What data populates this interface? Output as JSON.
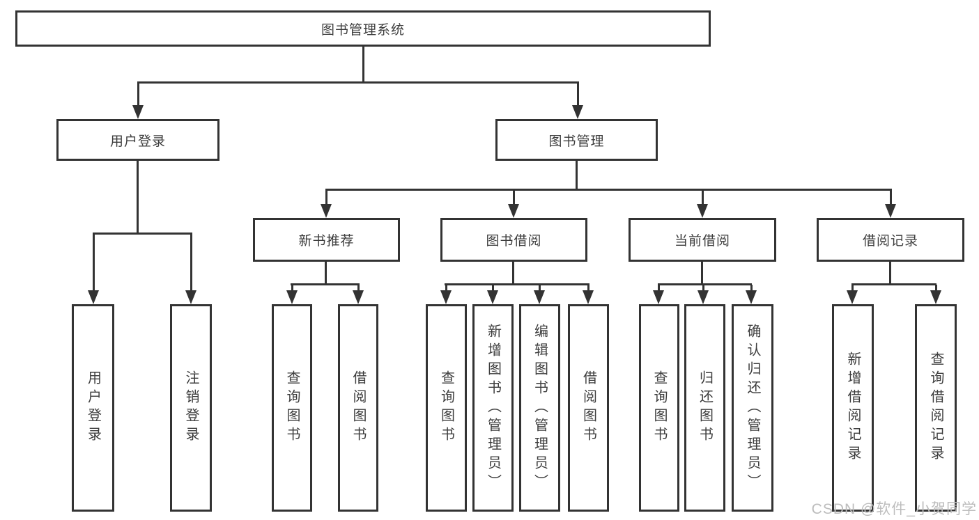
{
  "tree": {
    "root": "图书管理系统",
    "children": [
      {
        "label": "用户登录",
        "children": [
          "用户登录",
          "注销登录"
        ]
      },
      {
        "label": "图书管理",
        "children": [
          {
            "label": "新书推荐",
            "children": [
              "查询图书",
              "借阅图书"
            ]
          },
          {
            "label": "图书借阅",
            "children": [
              "查询图书",
              "新增图书（管理员）",
              "编辑图书（管理员）",
              "借阅图书"
            ]
          },
          {
            "label": "当前借阅",
            "children": [
              "查询图书",
              "归还图书",
              "确认归还（管理员）"
            ]
          },
          {
            "label": "借阅记录",
            "children": [
              "新增借阅记录",
              "查询借阅记录"
            ]
          }
        ]
      }
    ]
  },
  "watermark": "CSDN @软件_小贺同学",
  "colors": {
    "line": "#333333",
    "text": "#3d3d3d",
    "watermark": "#bdbdbd",
    "background": "#ffffff"
  }
}
